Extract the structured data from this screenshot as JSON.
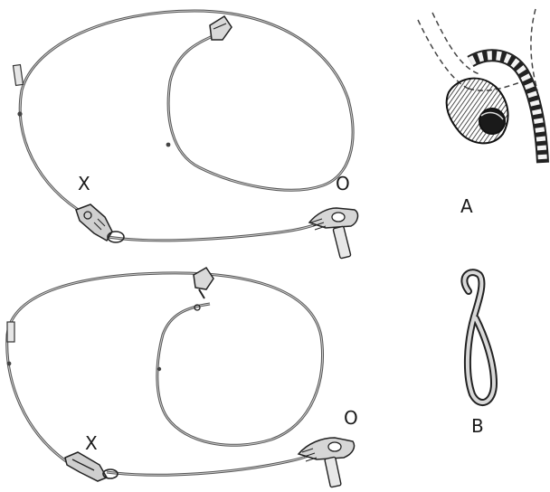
{
  "labels": {
    "top_x": "X",
    "top_o": "O",
    "bottom_x": "X",
    "bottom_o": "O",
    "detail_a": "A",
    "detail_b": "B"
  },
  "colors": {
    "ink": "#2a2a2a",
    "wire": "#555555",
    "wire_highlight": "#bdbdbd"
  }
}
